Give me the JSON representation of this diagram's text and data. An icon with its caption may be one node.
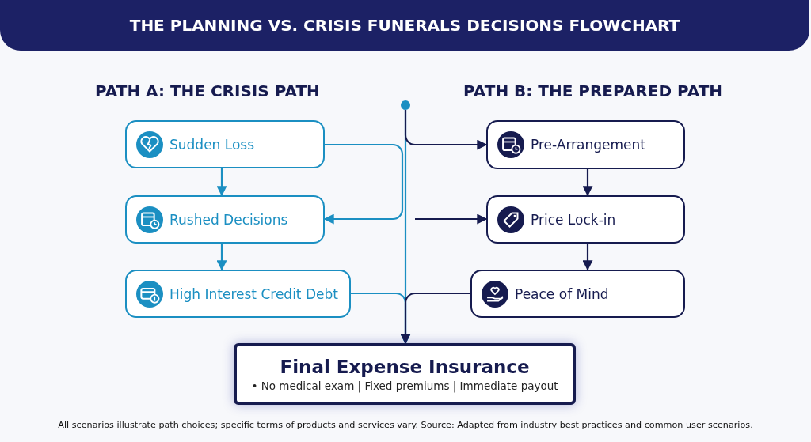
{
  "diagram": {
    "title": "THE PLANNING VS. CRISIS FUNERALS DECISIONS FLOWCHART",
    "caption": "All scenarios illustrate path choices; specific terms of products and services vary. Source: Adapted from industry best practices and common user scenarios.",
    "nodes": [
      {
        "text": [
          "Sudden Loss"
        ]
      },
      {
        "text": [
          "Rushed Decisions"
        ]
      },
      {
        "text": [
          "High Interest Credit Debt"
        ]
      },
      {
        "text": [
          "Pre-Arrangement"
        ]
      },
      {
        "text": [
          "Price Lock-in"
        ]
      },
      {
        "text": [
          "Peace of Mind"
        ]
      },
      {
        "text": [
          "Final Expense Insurance",
          "• No medical exam | Fixed premiums | Immediate payout"
        ]
      },
      {
        "text": [],
        "shape": "circle"
      }
    ],
    "edges": [
      {
        "from": 0,
        "to": 1,
        "arrow": "to"
      },
      {
        "from": 1,
        "to": 2,
        "arrow": "to"
      },
      {
        "from": 0,
        "to": 1,
        "arrow": "to"
      },
      {
        "from": 2,
        "to": 6,
        "arrow": "to"
      },
      {
        "from": 7,
        "to": 6,
        "arrow": "to"
      },
      {
        "from": 7,
        "to": 3,
        "arrow": "to",
        "color": "#161b4f"
      },
      {
        "from": null,
        "to": 4,
        "arrow": "to",
        "color": "#161b4f"
      },
      {
        "from": 3,
        "to": 4,
        "arrow": "to",
        "color": "#161b4f"
      },
      {
        "from": 4,
        "to": 5,
        "arrow": "to",
        "color": "#161b4f"
      },
      {
        "from": 5,
        "to": 6,
        "arrow": "to",
        "color": "#161b4f"
      }
    ],
    "labels": [
      "PATH A: THE CRISIS PATH",
      "PATH B: THE PREPARED PATH"
    ]
  }
}
